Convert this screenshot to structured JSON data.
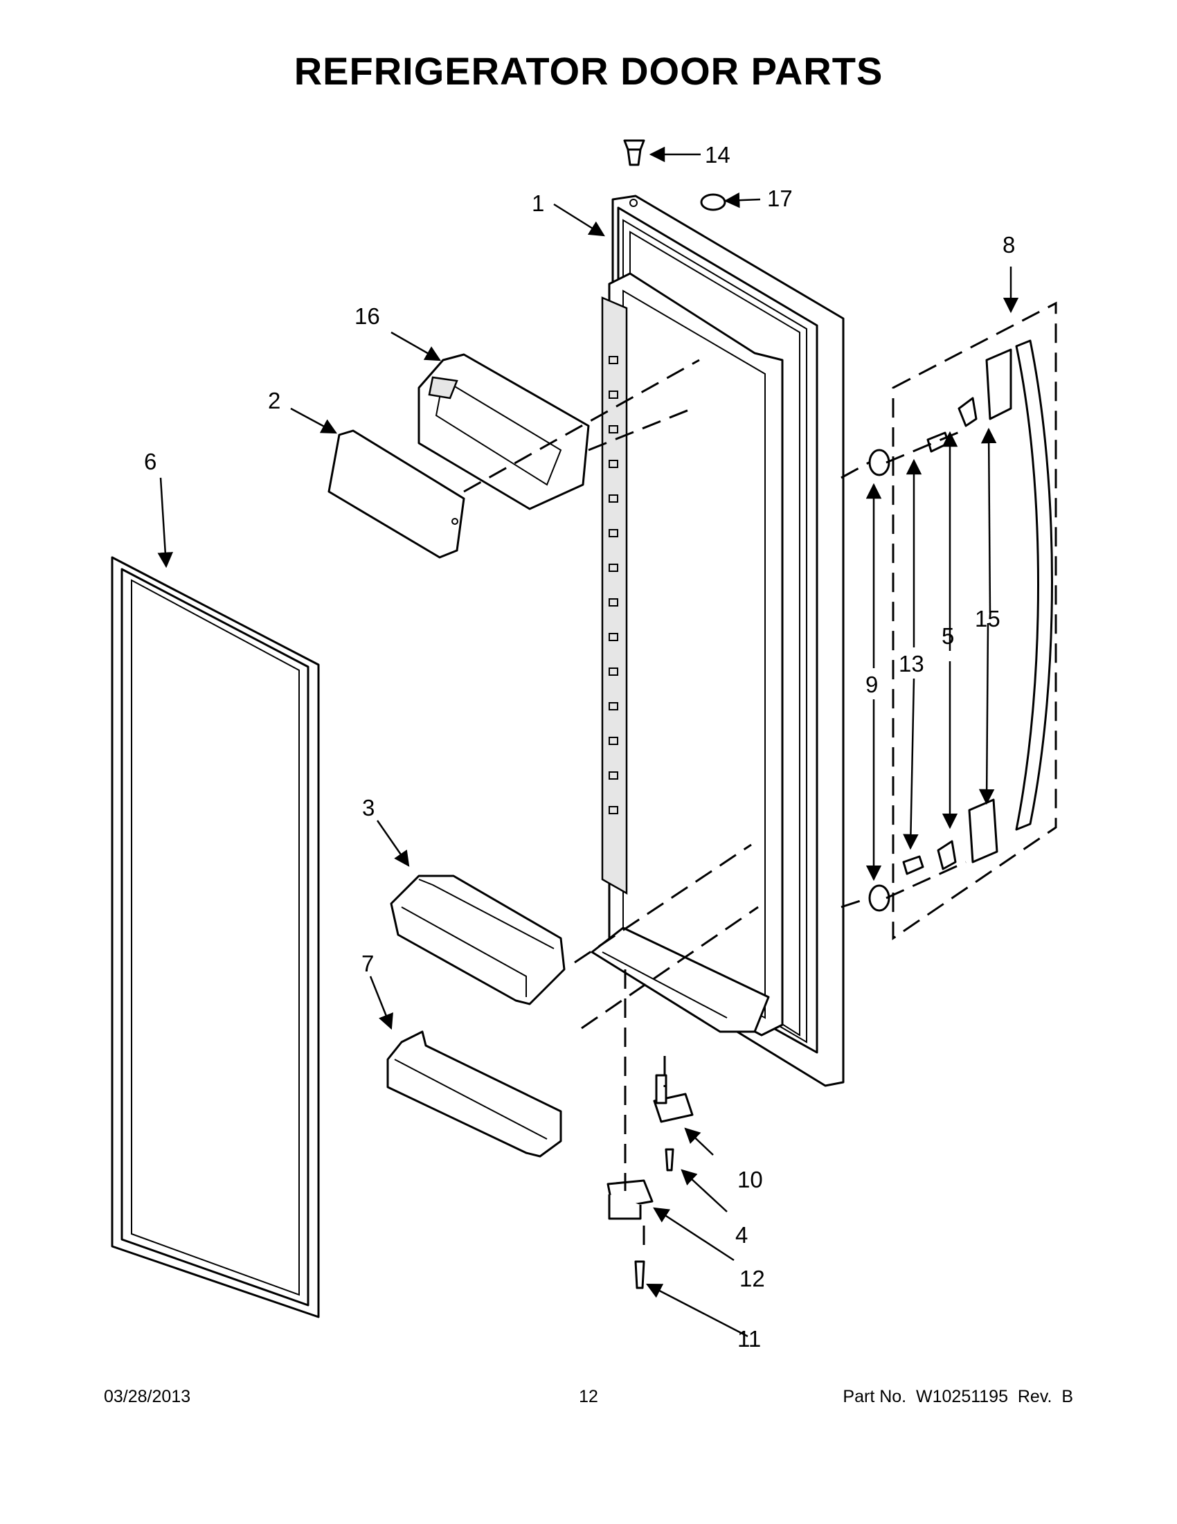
{
  "title": "REFRIGERATOR DOOR PARTS",
  "callouts": {
    "c1": "1",
    "c2": "2",
    "c3": "3",
    "c4": "4",
    "c5": "5",
    "c6": "6",
    "c7": "7",
    "c8": "8",
    "c9": "9",
    "c10": "10",
    "c11": "11",
    "c12": "12",
    "c13": "13",
    "c14": "14",
    "c15": "15",
    "c16": "16",
    "c17": "17"
  },
  "footer": {
    "date": "03/28/2013",
    "page": "12",
    "part": "Part No.  W10251195  Rev.  B"
  }
}
